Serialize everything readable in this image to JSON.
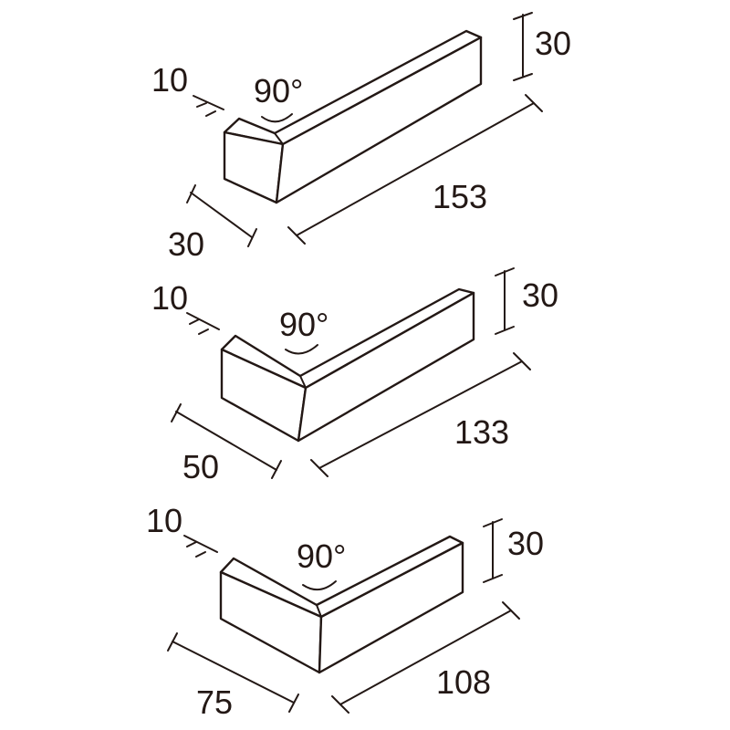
{
  "pieces": [
    {
      "angle_label": "90°",
      "thickness_label": "10",
      "height_label": "30",
      "short_length_label": "30",
      "long_length_label": "153"
    },
    {
      "angle_label": "90°",
      "thickness_label": "10",
      "height_label": "30",
      "short_length_label": "50",
      "long_length_label": "133"
    },
    {
      "angle_label": "90°",
      "thickness_label": "10",
      "height_label": "30",
      "short_length_label": "75",
      "long_length_label": "108"
    }
  ],
  "colors": {
    "line": "#231815",
    "fill": "#ffffff"
  }
}
